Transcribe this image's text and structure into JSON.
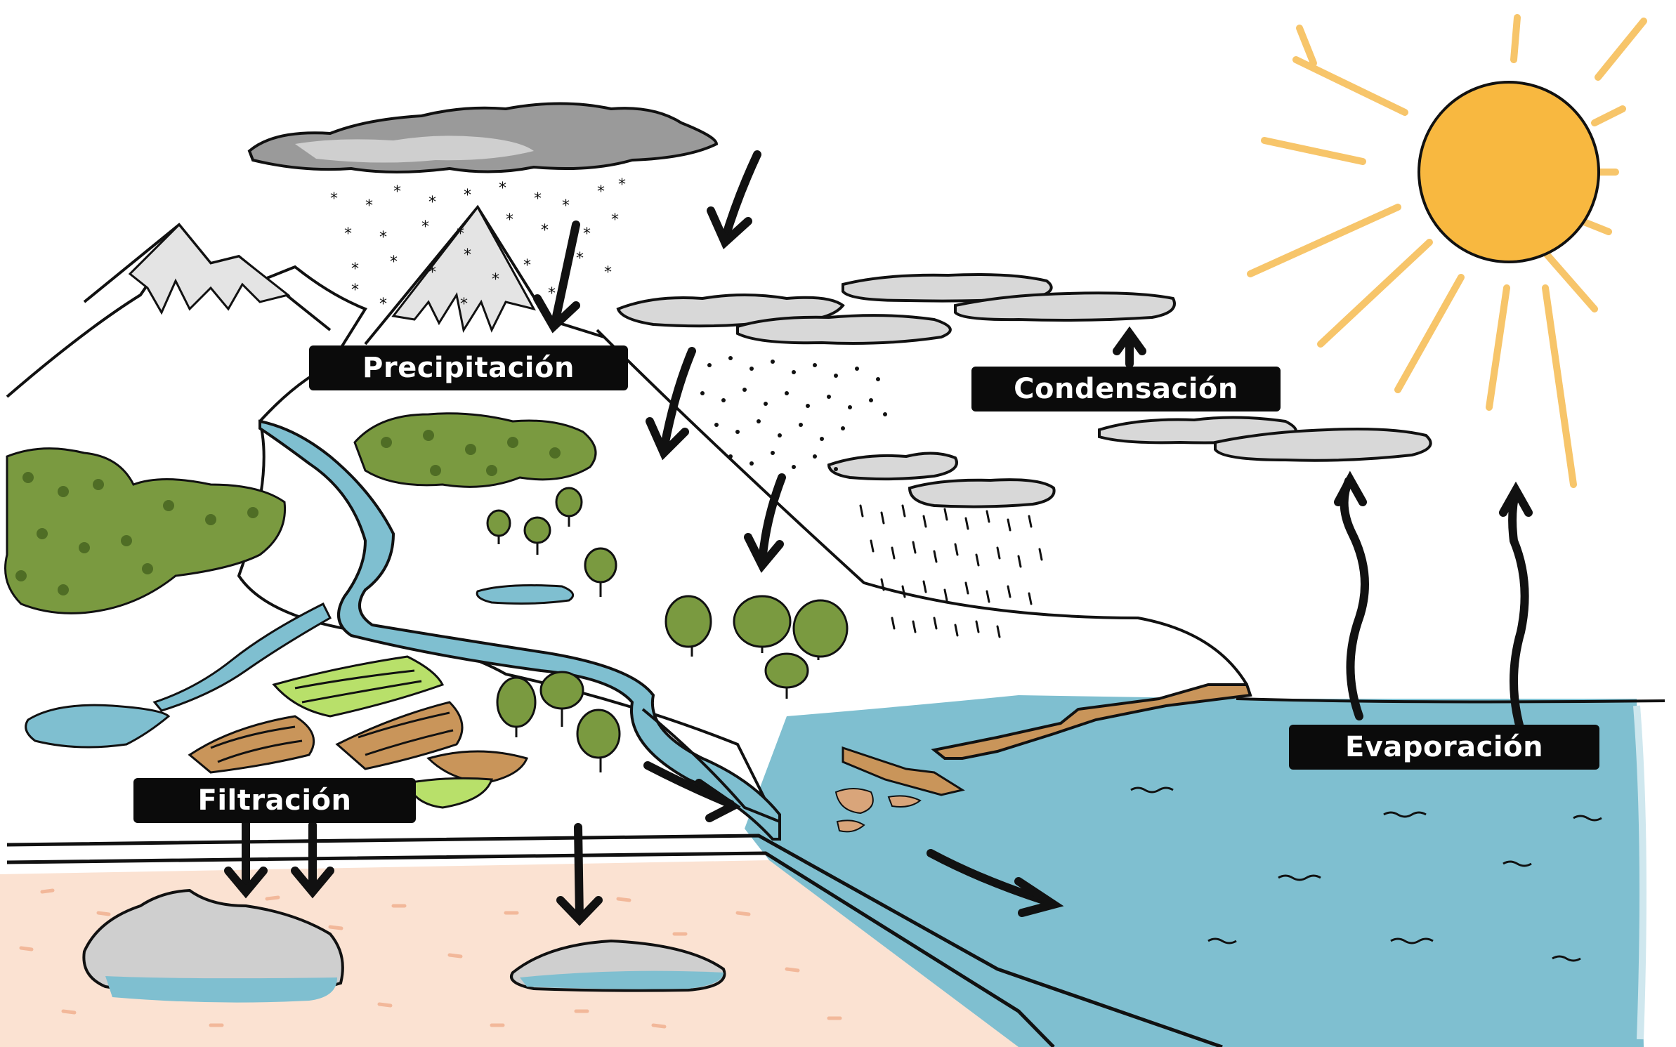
{
  "labels": {
    "precipitation": "Precipitación",
    "condensation": "Condensación",
    "filtration": "Filtración",
    "evaporation": "Evaporación"
  },
  "colors": {
    "sun_fill": "#f8b840",
    "sun_rays": "#f7c56a",
    "water": "#7fbfd0",
    "sand": "#fbe2d2",
    "cloud_light": "#d8d8d8",
    "cloud_dark": "#9a9a9a",
    "tree_green": "#6e8d3a",
    "field_green": "#b8e06a",
    "field_brown": "#c9955a",
    "label_bg": "#0b0b0b",
    "label_text": "#ffffff"
  },
  "icons": [
    "sun-icon",
    "cloud-icon",
    "mountain-icon",
    "tree-icon",
    "river-icon",
    "sea-icon",
    "arrow-icon",
    "rock-icon"
  ]
}
